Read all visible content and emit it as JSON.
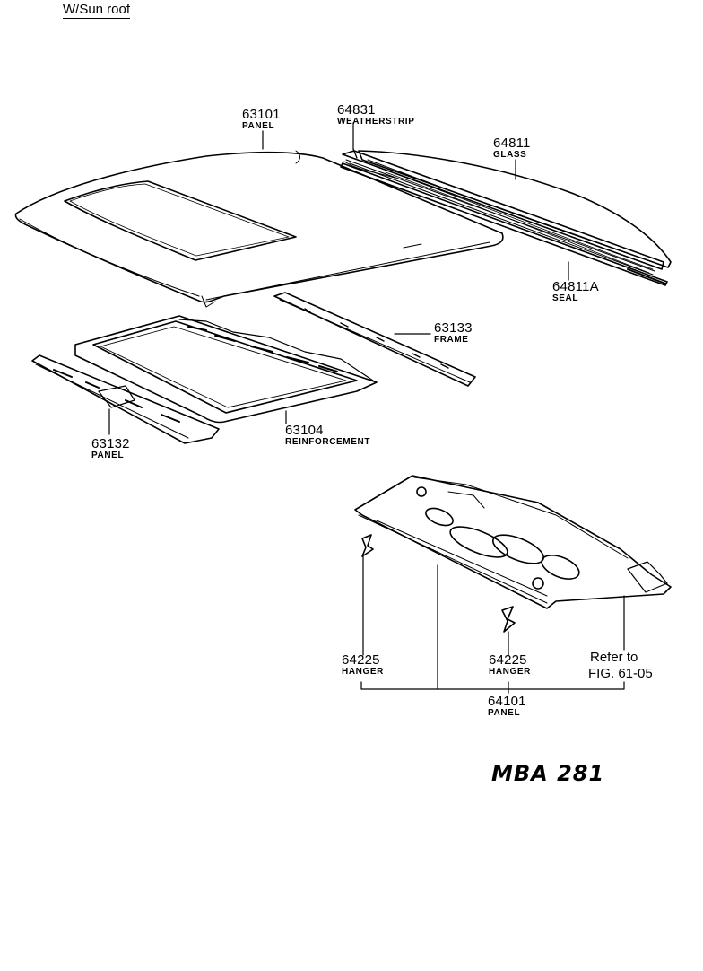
{
  "title": "W/Sun roof",
  "parts": [
    {
      "id": "p63101",
      "number": "63101",
      "name": "PANEL"
    },
    {
      "id": "p64831",
      "number": "64831",
      "name": "WEATHERSTRIP"
    },
    {
      "id": "p64811",
      "number": "64811",
      "name": "GLASS"
    },
    {
      "id": "p64811a",
      "number": "64811A",
      "name": "SEAL"
    },
    {
      "id": "p63133",
      "number": "63133",
      "name": "FRAME"
    },
    {
      "id": "p63132",
      "number": "63132",
      "name": "PANEL"
    },
    {
      "id": "p63104",
      "number": "63104",
      "name": "REINFORCEMENT"
    },
    {
      "id": "p64225a",
      "number": "64225",
      "name": "HANGER"
    },
    {
      "id": "p64225b",
      "number": "64225",
      "name": "HANGER"
    },
    {
      "id": "p64101",
      "number": "64101",
      "name": "PANEL"
    }
  ],
  "refer": {
    "line1": "Refer to",
    "line2": "FIG. 61-05"
  },
  "drawing_code": "MBA 281"
}
